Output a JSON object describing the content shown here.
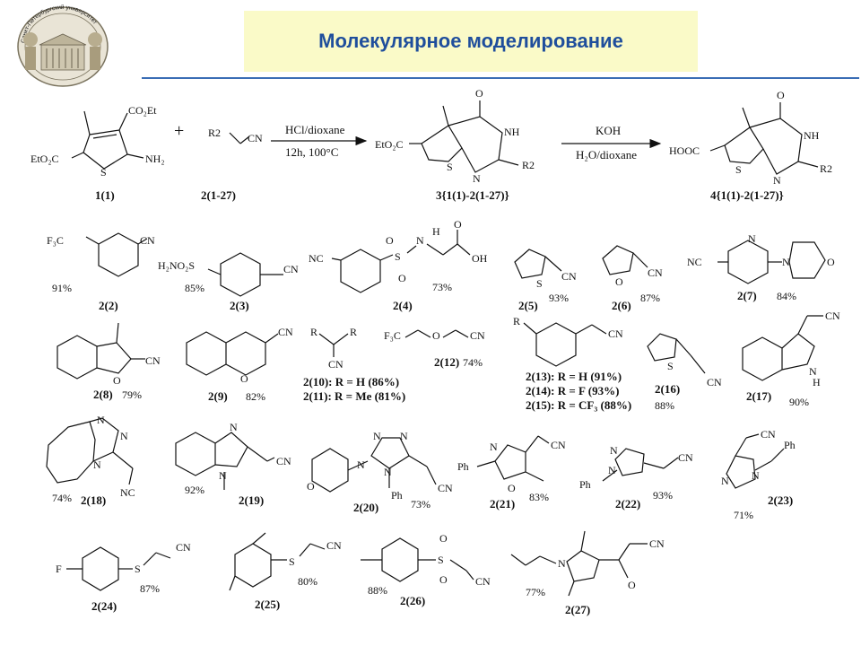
{
  "header": {
    "title": "Молекулярное моделирование"
  },
  "logo": {
    "caption": "Санкт-Петербургский университет"
  },
  "reaction": {
    "r1_label": "1(1)",
    "r2_label": "2(1-27)",
    "r3_label": "3{1(1)-2(1-27)}",
    "r4_label": "4{1(1)-2(1-27)}",
    "plus": "+",
    "step1_top": "HCl/dioxane",
    "step1_bottom": "12h, 100°C",
    "step2_top": "KOH",
    "step2_bottom": "H₂O/dioxane",
    "atoms": {
      "co2et": "CO₂Et",
      "eto2c": "EtO₂C",
      "nh2": "NH₂",
      "s": "S",
      "n": "N",
      "nh": "NH",
      "o": "O",
      "r2": "R2",
      "cn": "CN",
      "hooc": "HOOC"
    }
  },
  "compounds": [
    {
      "id": "c2",
      "label": "2(2)",
      "yield": "91%"
    },
    {
      "id": "c3",
      "label": "2(3)",
      "yield": "85%"
    },
    {
      "id": "c4",
      "label": "2(4)",
      "yield": "73%"
    },
    {
      "id": "c5",
      "label": "2(5)",
      "yield": "93%"
    },
    {
      "id": "c6",
      "label": "2(6)",
      "yield": "87%"
    },
    {
      "id": "c7",
      "label": "2(7)",
      "yield": "84%"
    },
    {
      "id": "c8",
      "label": "2(8)",
      "yield": "79%"
    },
    {
      "id": "c9",
      "label": "2(9)",
      "yield": "82%"
    },
    {
      "id": "c10",
      "label": "2(10): R = H (86%)"
    },
    {
      "id": "c11",
      "label": "2(11): R = Me (81%)"
    },
    {
      "id": "c12",
      "label": "2(12)",
      "yield": "74%"
    },
    {
      "id": "c13",
      "label": "2(13): R = H (91%)"
    },
    {
      "id": "c14",
      "label": "2(14): R = F (93%)"
    },
    {
      "id": "c15",
      "label": "2(15): R = CF₃ (88%)"
    },
    {
      "id": "c16",
      "label": "2(16)",
      "yield": "88%"
    },
    {
      "id": "c17",
      "label": "2(17)",
      "yield": "90%"
    },
    {
      "id": "c18",
      "label": "2(18)",
      "yield": "74%"
    },
    {
      "id": "c19",
      "label": "2(19)",
      "yield": "92%"
    },
    {
      "id": "c20",
      "label": "2(20)",
      "yield": "73%"
    },
    {
      "id": "c21",
      "label": "2(21)",
      "yield": "83%"
    },
    {
      "id": "c22",
      "label": "2(22)",
      "yield": "93%"
    },
    {
      "id": "c23",
      "label": "2(23)",
      "yield": "71%"
    },
    {
      "id": "c24",
      "label": "2(24)",
      "yield": "87%"
    },
    {
      "id": "c25",
      "label": "2(25)",
      "yield": "80%"
    },
    {
      "id": "c26",
      "label": "2(26)",
      "yield": "88%"
    },
    {
      "id": "c27",
      "label": "2(27)",
      "yield": "77%"
    }
  ],
  "fragments": {
    "f3c": "F₃C",
    "h2no2s": "H₂NO₂S",
    "nc": "NC",
    "s": "S",
    "o": "O",
    "h": "H",
    "oh": "OH",
    "n": "N",
    "r": "R",
    "f": "F",
    "ph": "Ph",
    "cn": "CN",
    "nh": "NH"
  }
}
